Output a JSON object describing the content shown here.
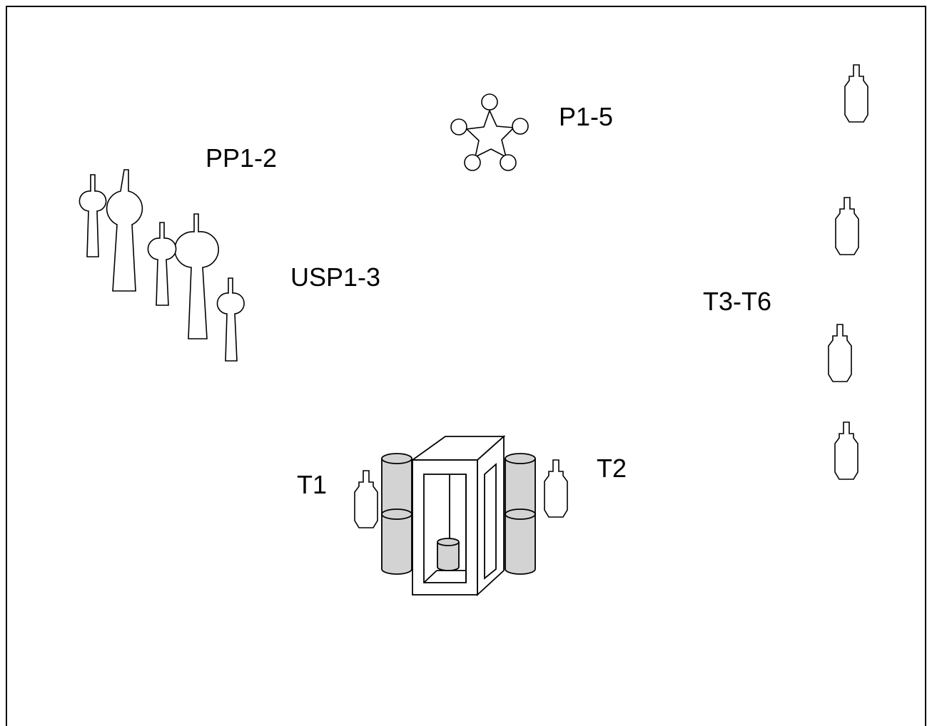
{
  "labels": {
    "pp": "PP1-2",
    "p": "P1-5",
    "usp": "USP1-3",
    "t3t6": "T3-T6",
    "t1": "T1",
    "t2": "T2"
  },
  "colors": {
    "line": "#000000",
    "background": "#ffffff",
    "drum_fill": "#d3d3d3"
  }
}
